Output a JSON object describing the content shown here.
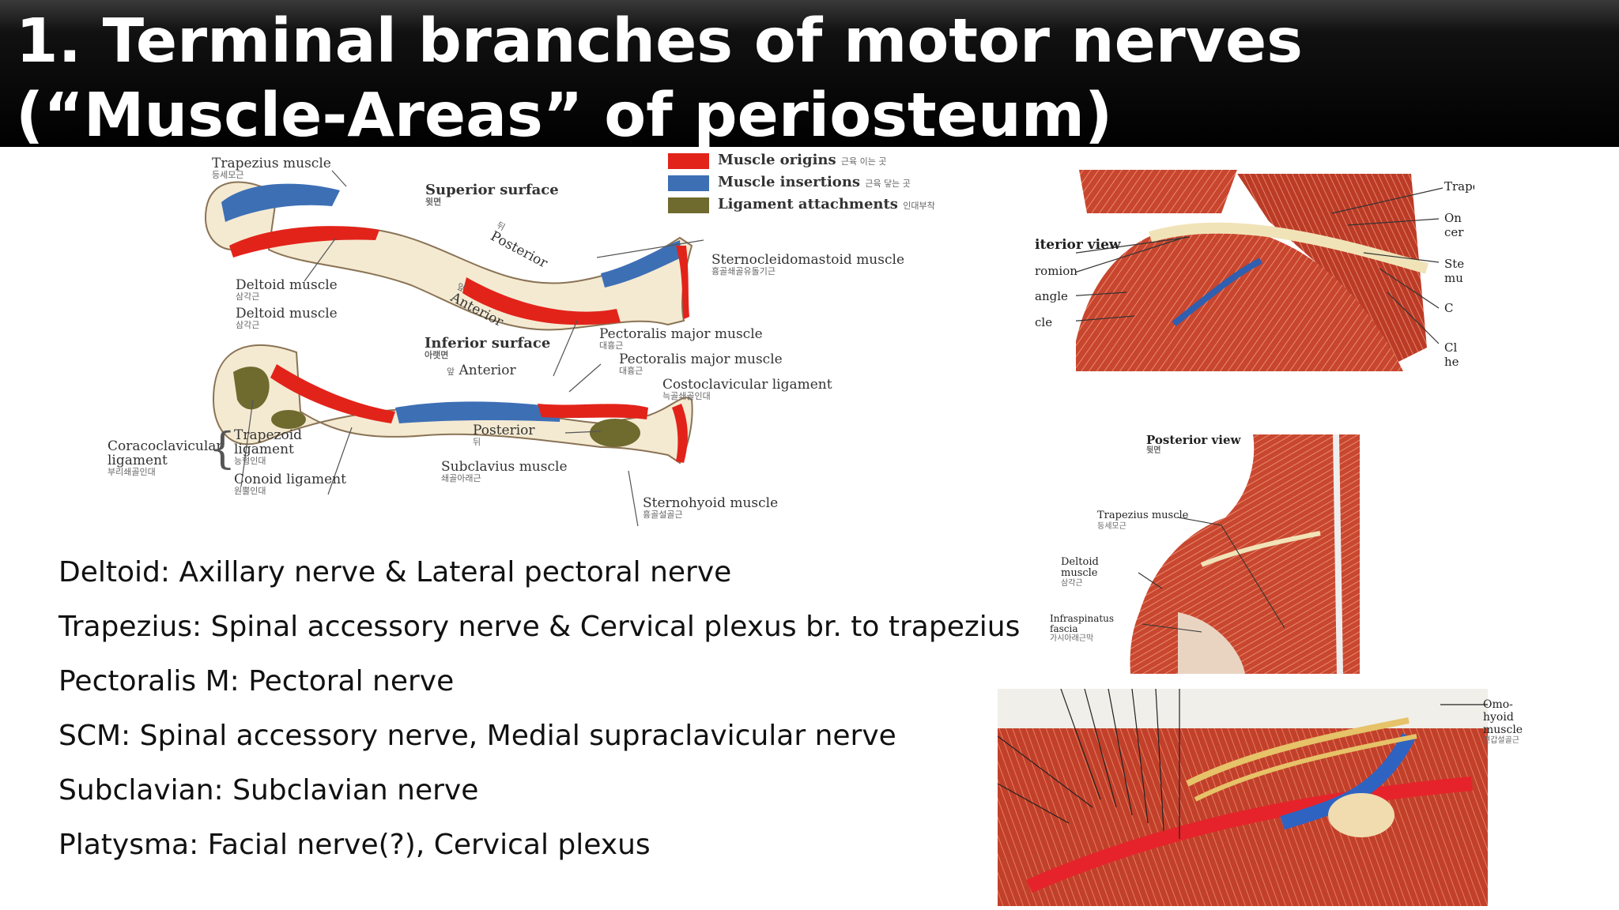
{
  "slide": {
    "title": "1. Terminal branches of motor nerves\n(“Muscle-Areas” of periosteum)"
  },
  "colors": {
    "origin_red": "#e2231a",
    "insertion_blue": "#3d6fb5",
    "ligament_olive": "#6f6a2e",
    "bone": "#f4ead2",
    "muscle": "#c8452e"
  },
  "clavicle_figure": {
    "legend": [
      {
        "label": "Muscle origins",
        "korean": "근육 이는 곳",
        "color": "#e2231a"
      },
      {
        "label": "Muscle insertions",
        "korean": "근육 닿는 곳",
        "color": "#3d6fb5"
      },
      {
        "label": "Ligament attachments",
        "korean": "인대부착",
        "color": "#6f6a2e"
      }
    ],
    "labels": {
      "trapezius_top": {
        "text": "Trapezius muscle",
        "korean": "등세모근"
      },
      "superior_surface": {
        "text": "Superior surface",
        "korean": "윗면"
      },
      "posterior_top": {
        "text": "Posterior",
        "korean": "뒤"
      },
      "scm": {
        "text": "Sternocleidomastoid muscle",
        "korean": "흉골쇄골유돌기근"
      },
      "deltoid_top": {
        "text": "Deltoid muscle",
        "korean": "삼각근"
      },
      "deltoid_bottom": {
        "text": "Deltoid muscle",
        "korean": "삼각근"
      },
      "anterior_top": {
        "text": "Anterior",
        "korean": "앞"
      },
      "pectoralis_top": {
        "text": "Pectoralis major muscle",
        "korean": "대흉근"
      },
      "inferior_surface": {
        "text": "Inferior surface",
        "korean": "아랫면"
      },
      "anterior_bottom": {
        "text": "Anterior",
        "korean": "앞"
      },
      "pectoralis_bottom": {
        "text": "Pectoralis major muscle",
        "korean": "대흉근"
      },
      "costoclavicular": {
        "text": "Costoclavicular ligament",
        "korean": "늑골쇄골인대"
      },
      "coracoclavicular": {
        "text": "Coracoclavicular ligament",
        "korean": "부리쇄골인대"
      },
      "trapezoid": {
        "text": "Trapezoid ligament",
        "korean": "능형인대"
      },
      "conoid": {
        "text": "Conoid ligament",
        "korean": "원뿔인대"
      },
      "posterior_bottom": {
        "text": "Posterior",
        "korean": "뒤"
      },
      "subclavius": {
        "text": "Subclavius muscle",
        "korean": "쇄골아래근"
      },
      "sternohyoid": {
        "text": "Sternohyoid muscle",
        "korean": "흉골설골근"
      }
    }
  },
  "nerve_list": [
    "Deltoid: Axillary nerve & Lateral pectoral nerve",
    "Trapezius: Spinal accessory nerve & Cervical plexus br. to trapezius",
    "Pectoralis M: Pectoral nerve",
    "SCM: Spinal accessory nerve, Medial supraclavicular nerve",
    "Subclavian:  Subclavian nerve",
    "Platysma: Facial nerve(?), Cervical plexus"
  ],
  "anterior_panel": {
    "left_labels": [
      {
        "text": "iterior view"
      },
      {
        "text": "romion"
      },
      {
        "text": "angle"
      },
      {
        "text": "cle"
      }
    ],
    "right_labels": [
      {
        "text": "Trape"
      },
      {
        "text": "On"
      },
      {
        "text": "cer"
      },
      {
        "text": "Ste"
      },
      {
        "text": "mu"
      },
      {
        "text": "C"
      },
      {
        "text": "Cl"
      },
      {
        "text": "he"
      }
    ]
  },
  "posterior_panel": {
    "title": "Posterior view",
    "title_korean": "뒷면",
    "labels": [
      {
        "text": "Trapezius muscle",
        "korean": "등세모근"
      },
      {
        "text": "Deltoid muscle",
        "korean": "삼각근"
      },
      {
        "text": "Infraspinatus fascia",
        "korean": "가시아래근막"
      }
    ]
  },
  "neck_panel": {
    "label": "Omo-hyoid muscle",
    "korean": "견갑설골근"
  }
}
